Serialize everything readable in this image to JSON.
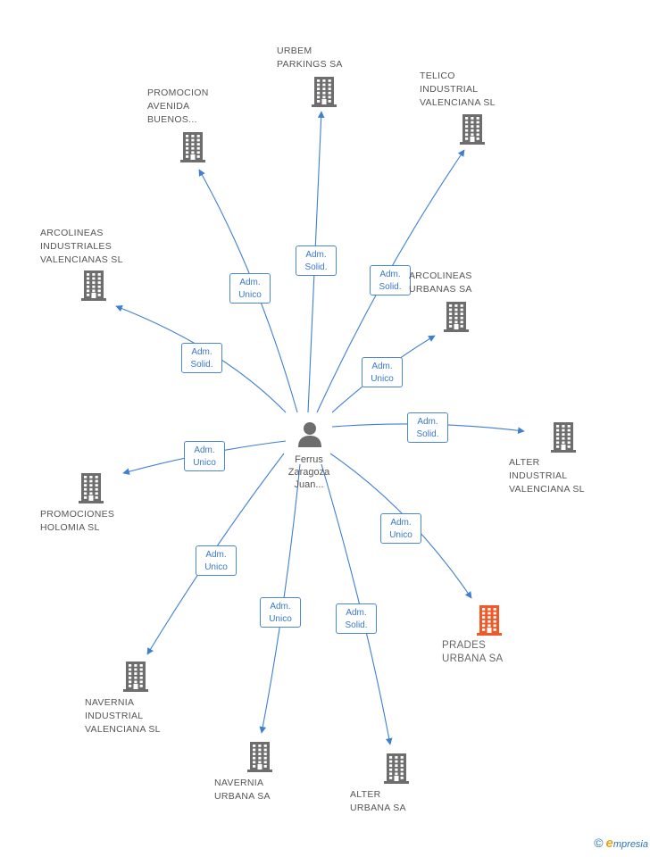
{
  "center": {
    "name_lines": [
      "Ferrus",
      "Zaragoza",
      "Juan..."
    ]
  },
  "companies": [
    {
      "id": "urbem",
      "lines": [
        "URBEM",
        "PARKINGS SA"
      ],
      "highlight": false,
      "edge_label": [
        "Adm.",
        "Solid."
      ]
    },
    {
      "id": "telico",
      "lines": [
        "TELICO",
        "INDUSTRIAL",
        "VALENCIANA SL"
      ],
      "highlight": false,
      "edge_label": [
        "Adm.",
        "Solid."
      ]
    },
    {
      "id": "promocion-avenida",
      "lines": [
        "PROMOCION",
        "AVENIDA",
        "BUENOS..."
      ],
      "highlight": false,
      "edge_label": [
        "Adm.",
        "Unico"
      ]
    },
    {
      "id": "arcolineas-industriales",
      "lines": [
        "ARCOLINEAS",
        "INDUSTRIALES",
        "VALENCIANAS SL"
      ],
      "highlight": false,
      "edge_label": [
        "Adm.",
        "Solid."
      ]
    },
    {
      "id": "arcolineas-urbanas",
      "lines": [
        "ARCOLINEAS",
        "URBANAS SA"
      ],
      "highlight": false,
      "edge_label": [
        "Adm.",
        "Unico"
      ]
    },
    {
      "id": "alter-industrial",
      "lines": [
        "ALTER",
        "INDUSTRIAL",
        "VALENCIANA SL"
      ],
      "highlight": false,
      "edge_label": [
        "Adm.",
        "Solid."
      ]
    },
    {
      "id": "promociones-holomia",
      "lines": [
        "PROMOCIONES",
        "HOLOMIA SL"
      ],
      "highlight": false,
      "edge_label": [
        "Adm.",
        "Unico"
      ]
    },
    {
      "id": "prades-urbana",
      "lines": [
        "PRADES",
        "URBANA SA"
      ],
      "highlight": true,
      "edge_label": [
        "Adm.",
        "Unico"
      ]
    },
    {
      "id": "navernia-industrial",
      "lines": [
        "NAVERNIA",
        "INDUSTRIAL",
        "VALENCIANA SL"
      ],
      "highlight": false,
      "edge_label": [
        "Adm.",
        "Unico"
      ]
    },
    {
      "id": "navernia-urbana",
      "lines": [
        "NAVERNIA",
        "URBANA SA"
      ],
      "highlight": false,
      "edge_label": [
        "Adm.",
        "Unico"
      ]
    },
    {
      "id": "alter-urbana",
      "lines": [
        "ALTER",
        "URBANA SA"
      ],
      "highlight": false,
      "edge_label": [
        "Adm.",
        "Solid."
      ]
    }
  ],
  "colors": {
    "edge": "#3f7fd0",
    "building": "#6d6d6d",
    "building_highlight": "#f05a28",
    "person": "#6d6d6d"
  },
  "icons": {
    "company": "building-icon",
    "person": "person-icon"
  },
  "footer": {
    "copyright": "©",
    "brand_initial": "e",
    "brand_rest": "mpresia"
  }
}
